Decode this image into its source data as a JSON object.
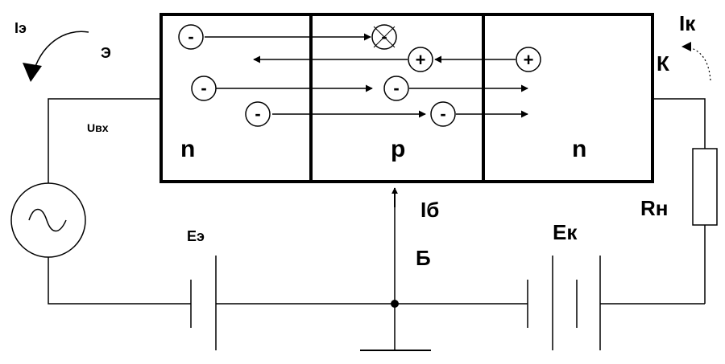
{
  "labels": {
    "emitter_current": "Iэ",
    "emitter": "Э",
    "input_voltage": "Uвх",
    "collector_current": "Iк",
    "collector": "К",
    "base_current": "Iб",
    "base": "Б",
    "emitter_source": "Eэ",
    "collector_source": "Eк",
    "load_resistor": "Rн"
  },
  "regions": [
    {
      "label": "n"
    },
    {
      "label": "p"
    },
    {
      "label": "n"
    }
  ],
  "carriers": {
    "electron_sign": "-",
    "hole_sign": "+"
  },
  "colors": {
    "stroke": "#000000",
    "background": "#ffffff"
  }
}
